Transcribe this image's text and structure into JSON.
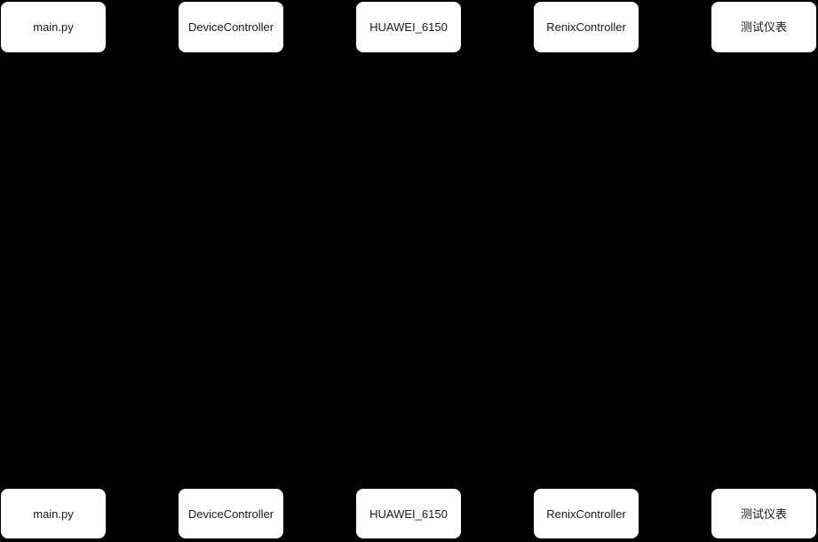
{
  "diagram": {
    "type": "sequence-diagram",
    "background_color": "#000000",
    "actor_box_fill": "#ffffff",
    "actor_text_color": "#1a1a1a",
    "actors": [
      {
        "label": "main.py"
      },
      {
        "label": "DeviceController"
      },
      {
        "label": "HUAWEI_6150"
      },
      {
        "label": "RenixController"
      },
      {
        "label": "测试仪表"
      }
    ]
  }
}
